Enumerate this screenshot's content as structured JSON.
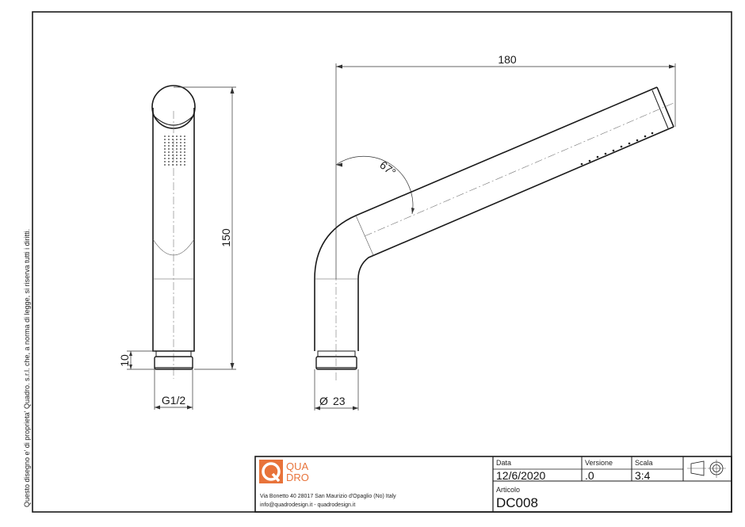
{
  "drawing": {
    "side_note": "Questo disegno e' di proprieta' Quadro. s.r.l. che, a norma di legge, si riserva tutti i diritti.",
    "front_view": {
      "dim_height": "150",
      "dim_thread_height": "10",
      "dim_thread": "G1/2"
    },
    "side_view": {
      "dim_length": "180",
      "dim_angle": "67°",
      "dim_diameter": "23",
      "diameter_symbol": "Ø"
    }
  },
  "title_block": {
    "company": {
      "logo_letter": "Q",
      "name_line1": "QUA",
      "name_line2": "DRO",
      "brand_color": "#e8733a",
      "address": "Via Bonetto 40  28017 San Maurizio d'Opaglio (No) Italy",
      "contact": "info@quadrodesign.it  -  quadrodesign.it"
    },
    "data_label": "Data",
    "data_value": "12/6/2020",
    "versione_label": "Versione",
    "versione_value": ".0",
    "scala_label": "Scala",
    "scala_value": "3:4",
    "articolo_label": "Articolo",
    "articolo_value": "DC008",
    "projection_symbol": "first-angle-projection-icon"
  }
}
